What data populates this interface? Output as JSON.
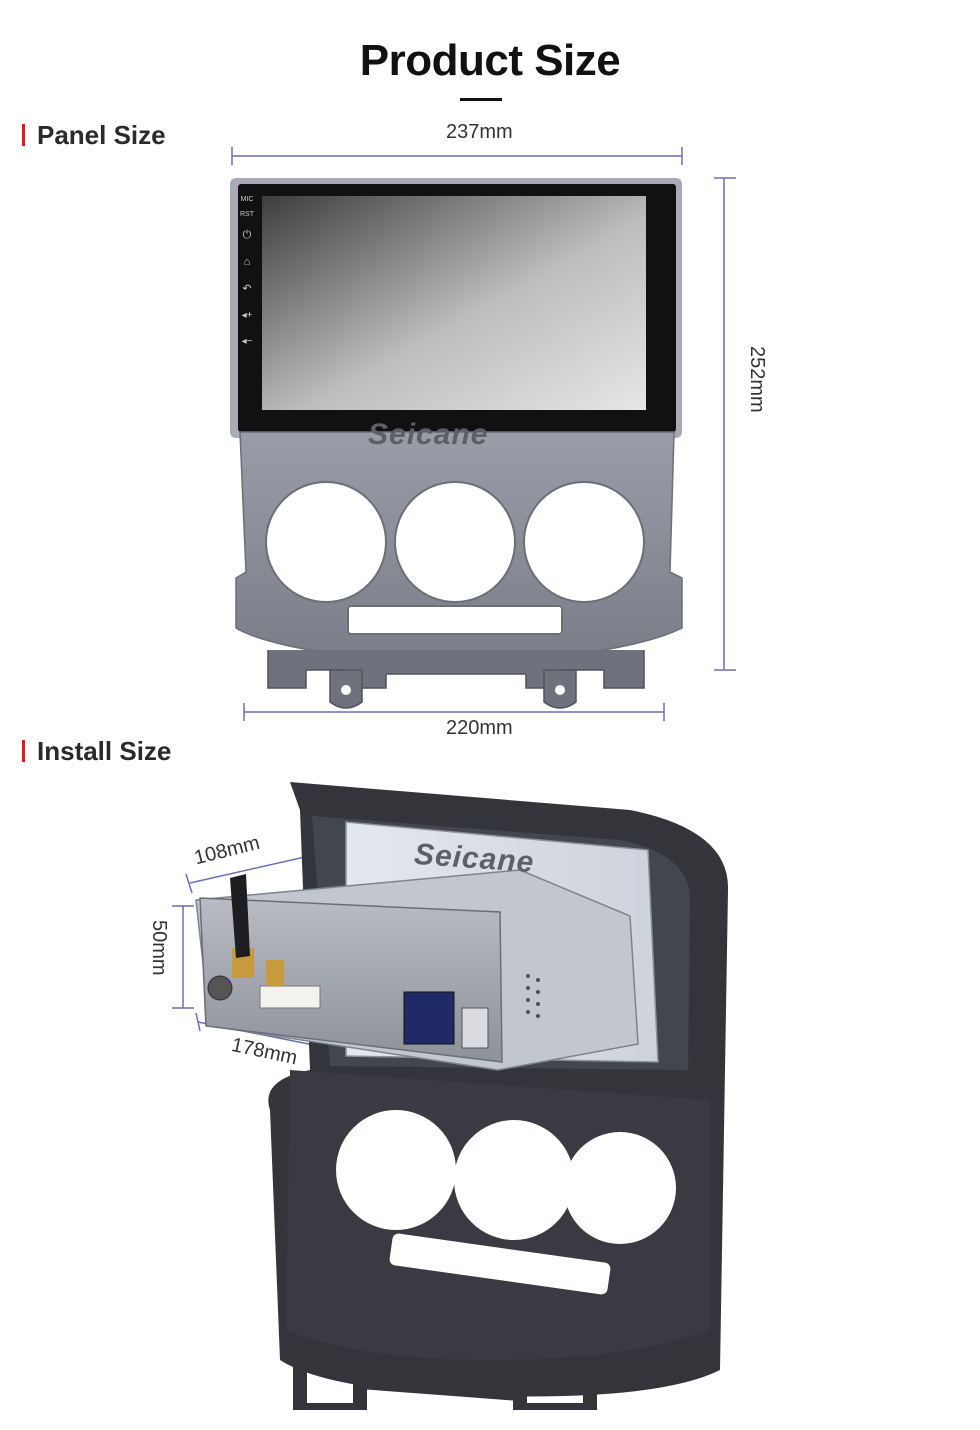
{
  "title": "Product Size",
  "panel_section": {
    "heading": "Panel Size",
    "width_label": "237mm",
    "height_label": "252mm",
    "bottom_width_label": "220mm",
    "side_buttons": [
      "MIC",
      "RST",
      "power",
      "home",
      "back",
      "vol+",
      "vol-"
    ],
    "brand": "Seicane"
  },
  "install_section": {
    "heading": "Install Size",
    "depth_label": "108mm",
    "height_label": "50mm",
    "width_label": "178mm",
    "brand": "Seicane"
  },
  "colors": {
    "marker": "#e01b22",
    "dimension_line": "#6b6fb3",
    "panel_frame": "#8c8e99",
    "install_frame": "#2f3036"
  }
}
